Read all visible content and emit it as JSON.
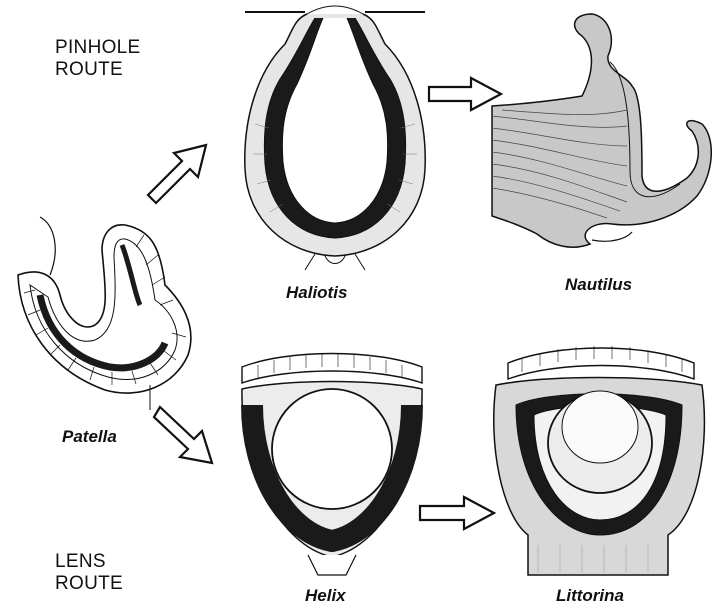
{
  "route_labels": {
    "pinhole": "PINHOLE\nROUTE",
    "lens": "LENS\nROUTE"
  },
  "species": {
    "patella": "Patella",
    "haliotis": "Haliotis",
    "nautilus": "Nautilus",
    "helix": "Helix",
    "littorina": "Littorina"
  },
  "colors": {
    "ink": "#111111",
    "tissue_gray": "#c8c8c8",
    "dark_layer": "#1a1a1a",
    "lens_fill": "#ececec"
  }
}
